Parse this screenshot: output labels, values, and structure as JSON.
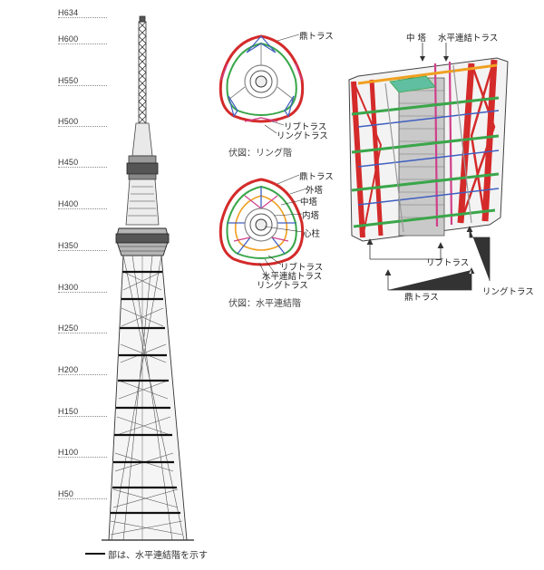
{
  "heights": [
    "H634",
    "H600",
    "H550",
    "H500",
    "H450",
    "H400",
    "H350",
    "H300",
    "H250",
    "H200",
    "H150",
    "H100",
    "H50"
  ],
  "legend": "部は、水平連結階を示す",
  "plan_ring": {
    "caption": "伏図：リング階",
    "labels": {
      "roof_truss": "鼎トラス",
      "rib_truss": "リブトラス",
      "ring_truss": "リングトラス"
    }
  },
  "plan_link": {
    "caption": "伏図：水平連結階",
    "labels": {
      "roof_truss": "鼎トラス",
      "outer_tower": "外塔",
      "middle_tower": "中塔",
      "inner_tower": "内塔",
      "center_column": "心柱",
      "rib_truss": "リブトラス",
      "horizontal_link_truss": "水平連結トラス",
      "ring_truss": "リングトラス"
    }
  },
  "detail_3d": {
    "labels": {
      "middle_tower": "中 塔",
      "horizontal_link_truss": "水平連結トラス",
      "rib_truss": "リブトラス",
      "roof_truss": "鼎トラス",
      "ring_truss": "リングトラス"
    }
  },
  "colors": {
    "red": "#d42a2a",
    "green": "#3aa64a",
    "blue": "#3f5fc0",
    "magenta": "#d0408a",
    "orange": "#f0a020",
    "gray": "#9a9a9a"
  }
}
